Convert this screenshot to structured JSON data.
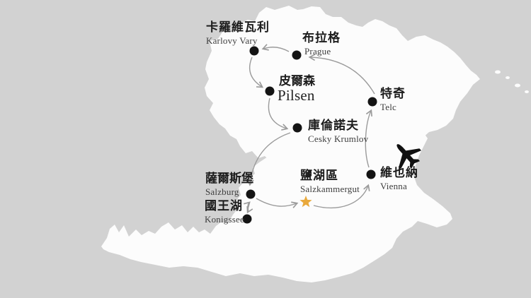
{
  "map_style": {
    "background_color": "#d2d2d2",
    "land_color": "#fcfcfc",
    "route_color": "#9b9b9b",
    "marker_color": "#141414",
    "star_color": "#e9a93c",
    "label_zh_color": "#1c1c1c",
    "label_en_color": "#3d3d3d",
    "plane_color": "#111111"
  },
  "locations": [
    {
      "zh": "卡羅維瓦利",
      "en": "Karlovy Vary",
      "marker": "dot"
    },
    {
      "zh": "布拉格",
      "en": "Prague",
      "marker": "dot"
    },
    {
      "zh": "皮爾森",
      "en": "Pilsen",
      "marker": "dot"
    },
    {
      "zh": "特奇",
      "en": "Telc",
      "marker": "dot"
    },
    {
      "zh": "庫倫諾夫",
      "en": "Cesky Krumlov",
      "marker": "dot"
    },
    {
      "zh": "維也納",
      "en": "Vienna",
      "marker": "dot"
    },
    {
      "zh": "鹽湖區",
      "en": "Salzkammergut",
      "marker": "star"
    },
    {
      "zh": "薩爾斯堡",
      "en": "Salzburg",
      "marker": "dot"
    },
    {
      "zh": "國王湖",
      "en": "Konigssee",
      "marker": "dot"
    }
  ],
  "icons": {
    "plane": "airplane-icon",
    "star": "star-marker",
    "dot": "city-dot-marker",
    "arrow": "route-arrowhead"
  },
  "route_segments": [
    "Vienna → Telc",
    "Telc → Prague",
    "Prague → Karlovy Vary",
    "Karlovy Vary → Pilsen",
    "Pilsen → Cesky Krumlov",
    "Cesky Krumlov → Salzburg",
    "Salzburg ⇄ Konigssee",
    "Salzburg → Salzkammergut",
    "Salzkammergut → Vienna"
  ]
}
